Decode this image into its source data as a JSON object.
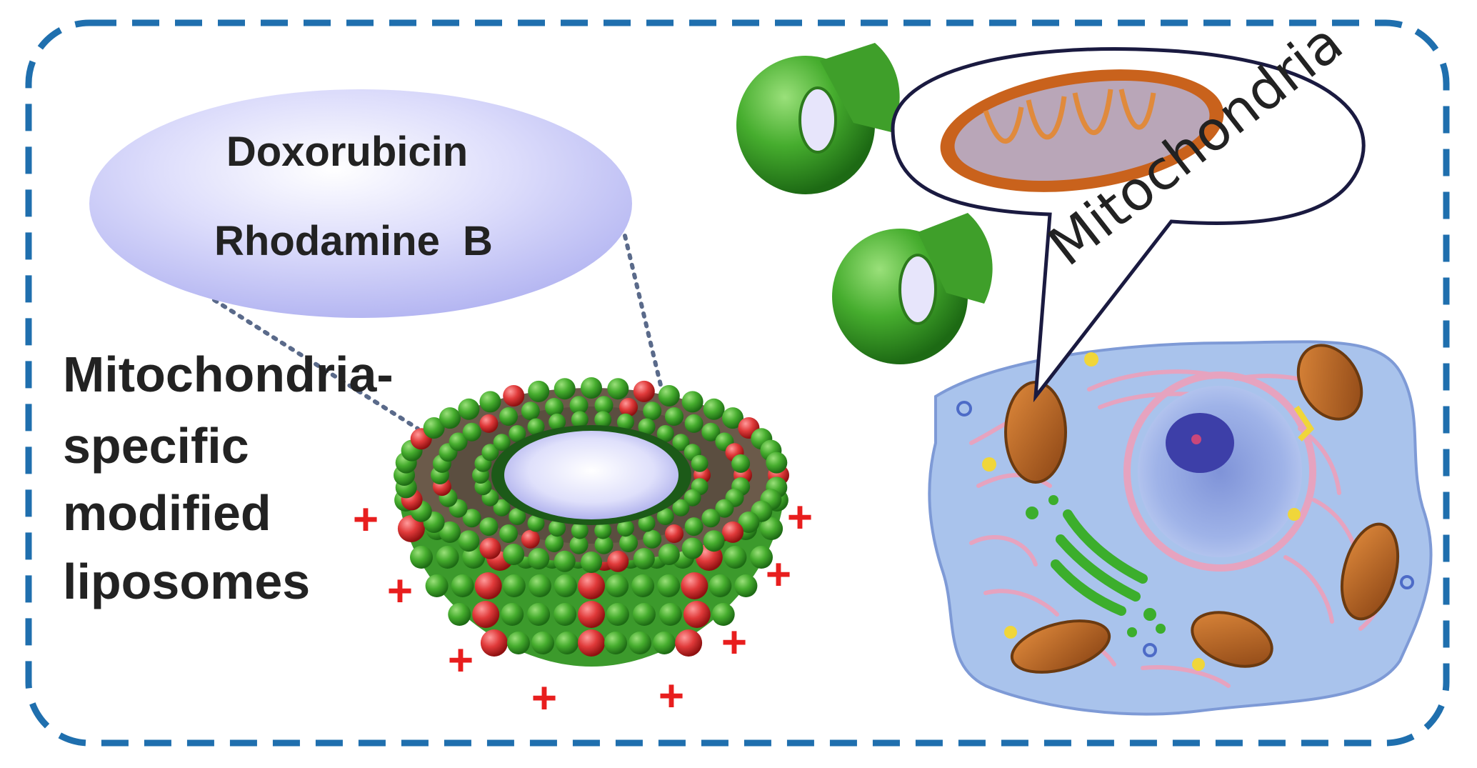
{
  "diagram": {
    "cargo_ellipse": {
      "drug_1": "Doxorubicin",
      "drug_2": "Rhodamine  B"
    },
    "liposome_label": {
      "line_1": "Mitochondria-",
      "line_2": "specific",
      "line_3": "modified",
      "line_4": "liposomes"
    },
    "surface_charge_symbol": "+",
    "callout_label": "Mitochondria"
  },
  "colors": {
    "frame_dash": "#1f6fae",
    "ellipse_fill": "#c6c8f7",
    "liposome_green": "#47b43a",
    "headgroup_red": "#e03a3a",
    "charge_red": "#e81e1e",
    "cell_blue": "#a9c3ec",
    "nucleus": "#8fa6e0",
    "mitochondrion_brown": "#b4682b",
    "golgi_green": "#3cae2c",
    "text_dark": "#222222"
  }
}
